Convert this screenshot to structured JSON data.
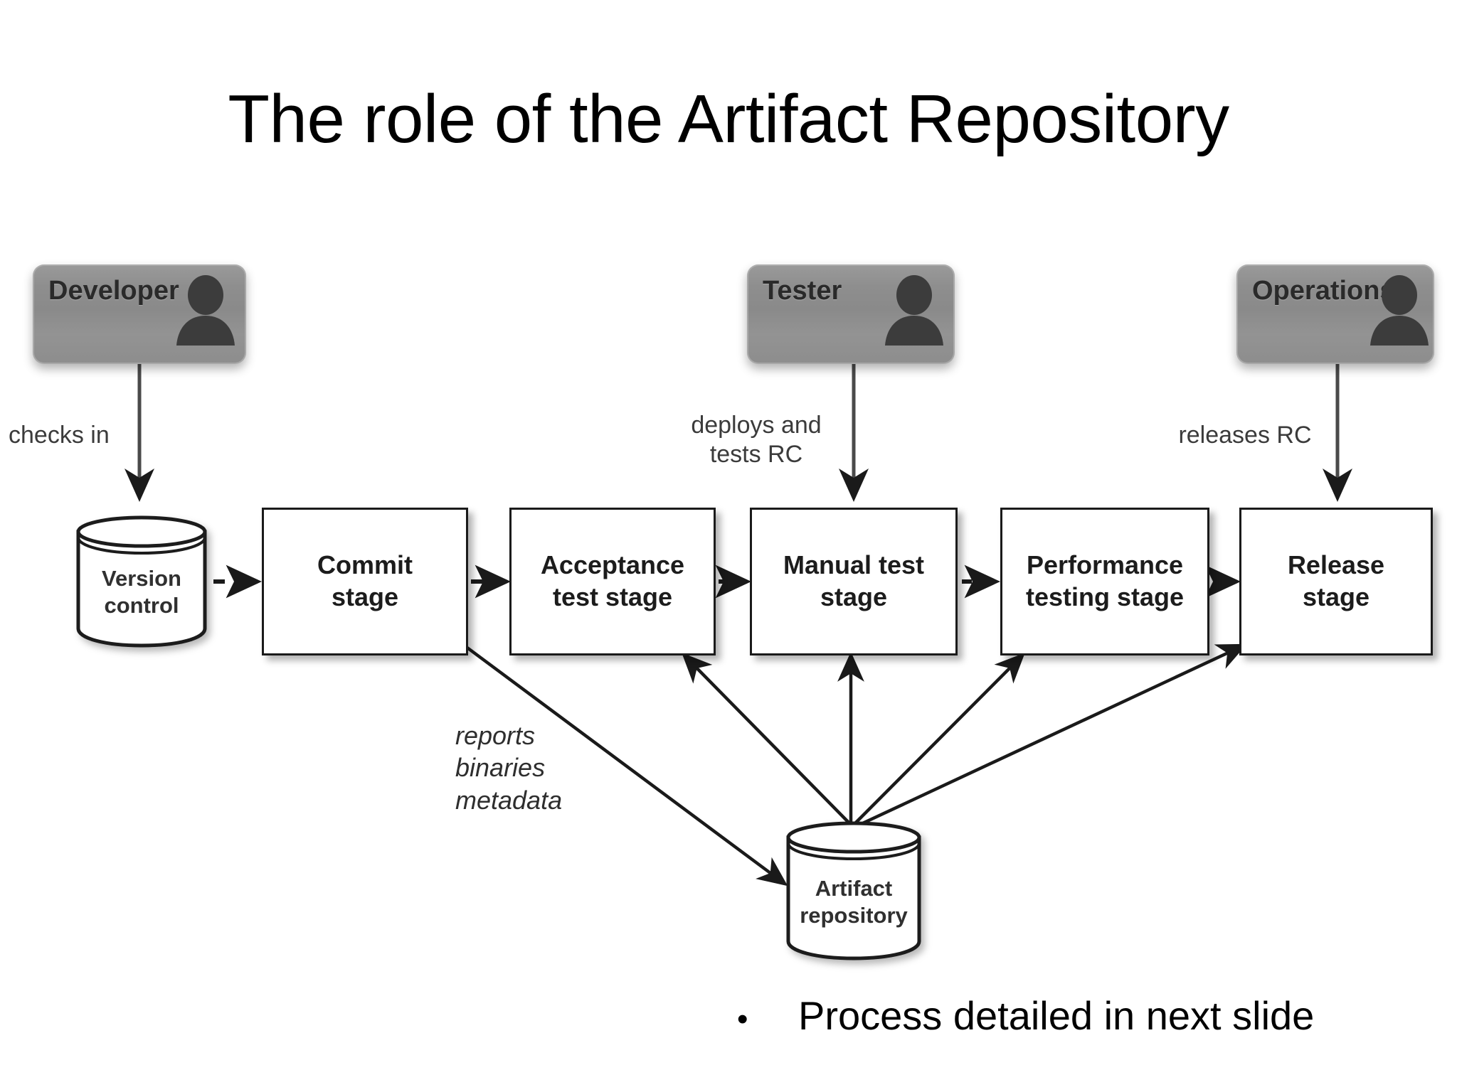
{
  "slide": {
    "title": "The role of the Artifact Repository",
    "bullet_marker": "•",
    "bullet_text": "Process detailed in next slide"
  },
  "diagram": {
    "roles": [
      {
        "id": "developer",
        "label": "Developer",
        "icon": "person-icon"
      },
      {
        "id": "tester",
        "label": "Tester",
        "icon": "person-icon"
      },
      {
        "id": "operations",
        "label": "Operations",
        "icon": "person-icon"
      }
    ],
    "datastores": [
      {
        "id": "version-control",
        "label": "Version\ncontrol"
      },
      {
        "id": "artifact-repository",
        "label": "Artifact\nrepository"
      }
    ],
    "stages": [
      {
        "id": "commit",
        "label": "Commit\nstage"
      },
      {
        "id": "acceptance",
        "label": "Acceptance\ntest stage"
      },
      {
        "id": "manual-test",
        "label": "Manual test\nstage"
      },
      {
        "id": "performance",
        "label": "Performance\ntesting stage"
      },
      {
        "id": "release",
        "label": "Release\nstage"
      }
    ],
    "edge_labels": [
      {
        "id": "checks-in",
        "text": "checks in"
      },
      {
        "id": "deploys-tests",
        "text": "deploys and\ntests RC"
      },
      {
        "id": "releases-rc",
        "text": "releases RC"
      },
      {
        "id": "artifact-flow",
        "text": "reports\nbinaries\nmetadata"
      }
    ],
    "colors": {
      "role_fill": "#8e8e8e",
      "stage_border": "#1a1a1a",
      "stage_fill": "#ffffff",
      "line": "#1a1a1a",
      "text": "#000000"
    }
  }
}
